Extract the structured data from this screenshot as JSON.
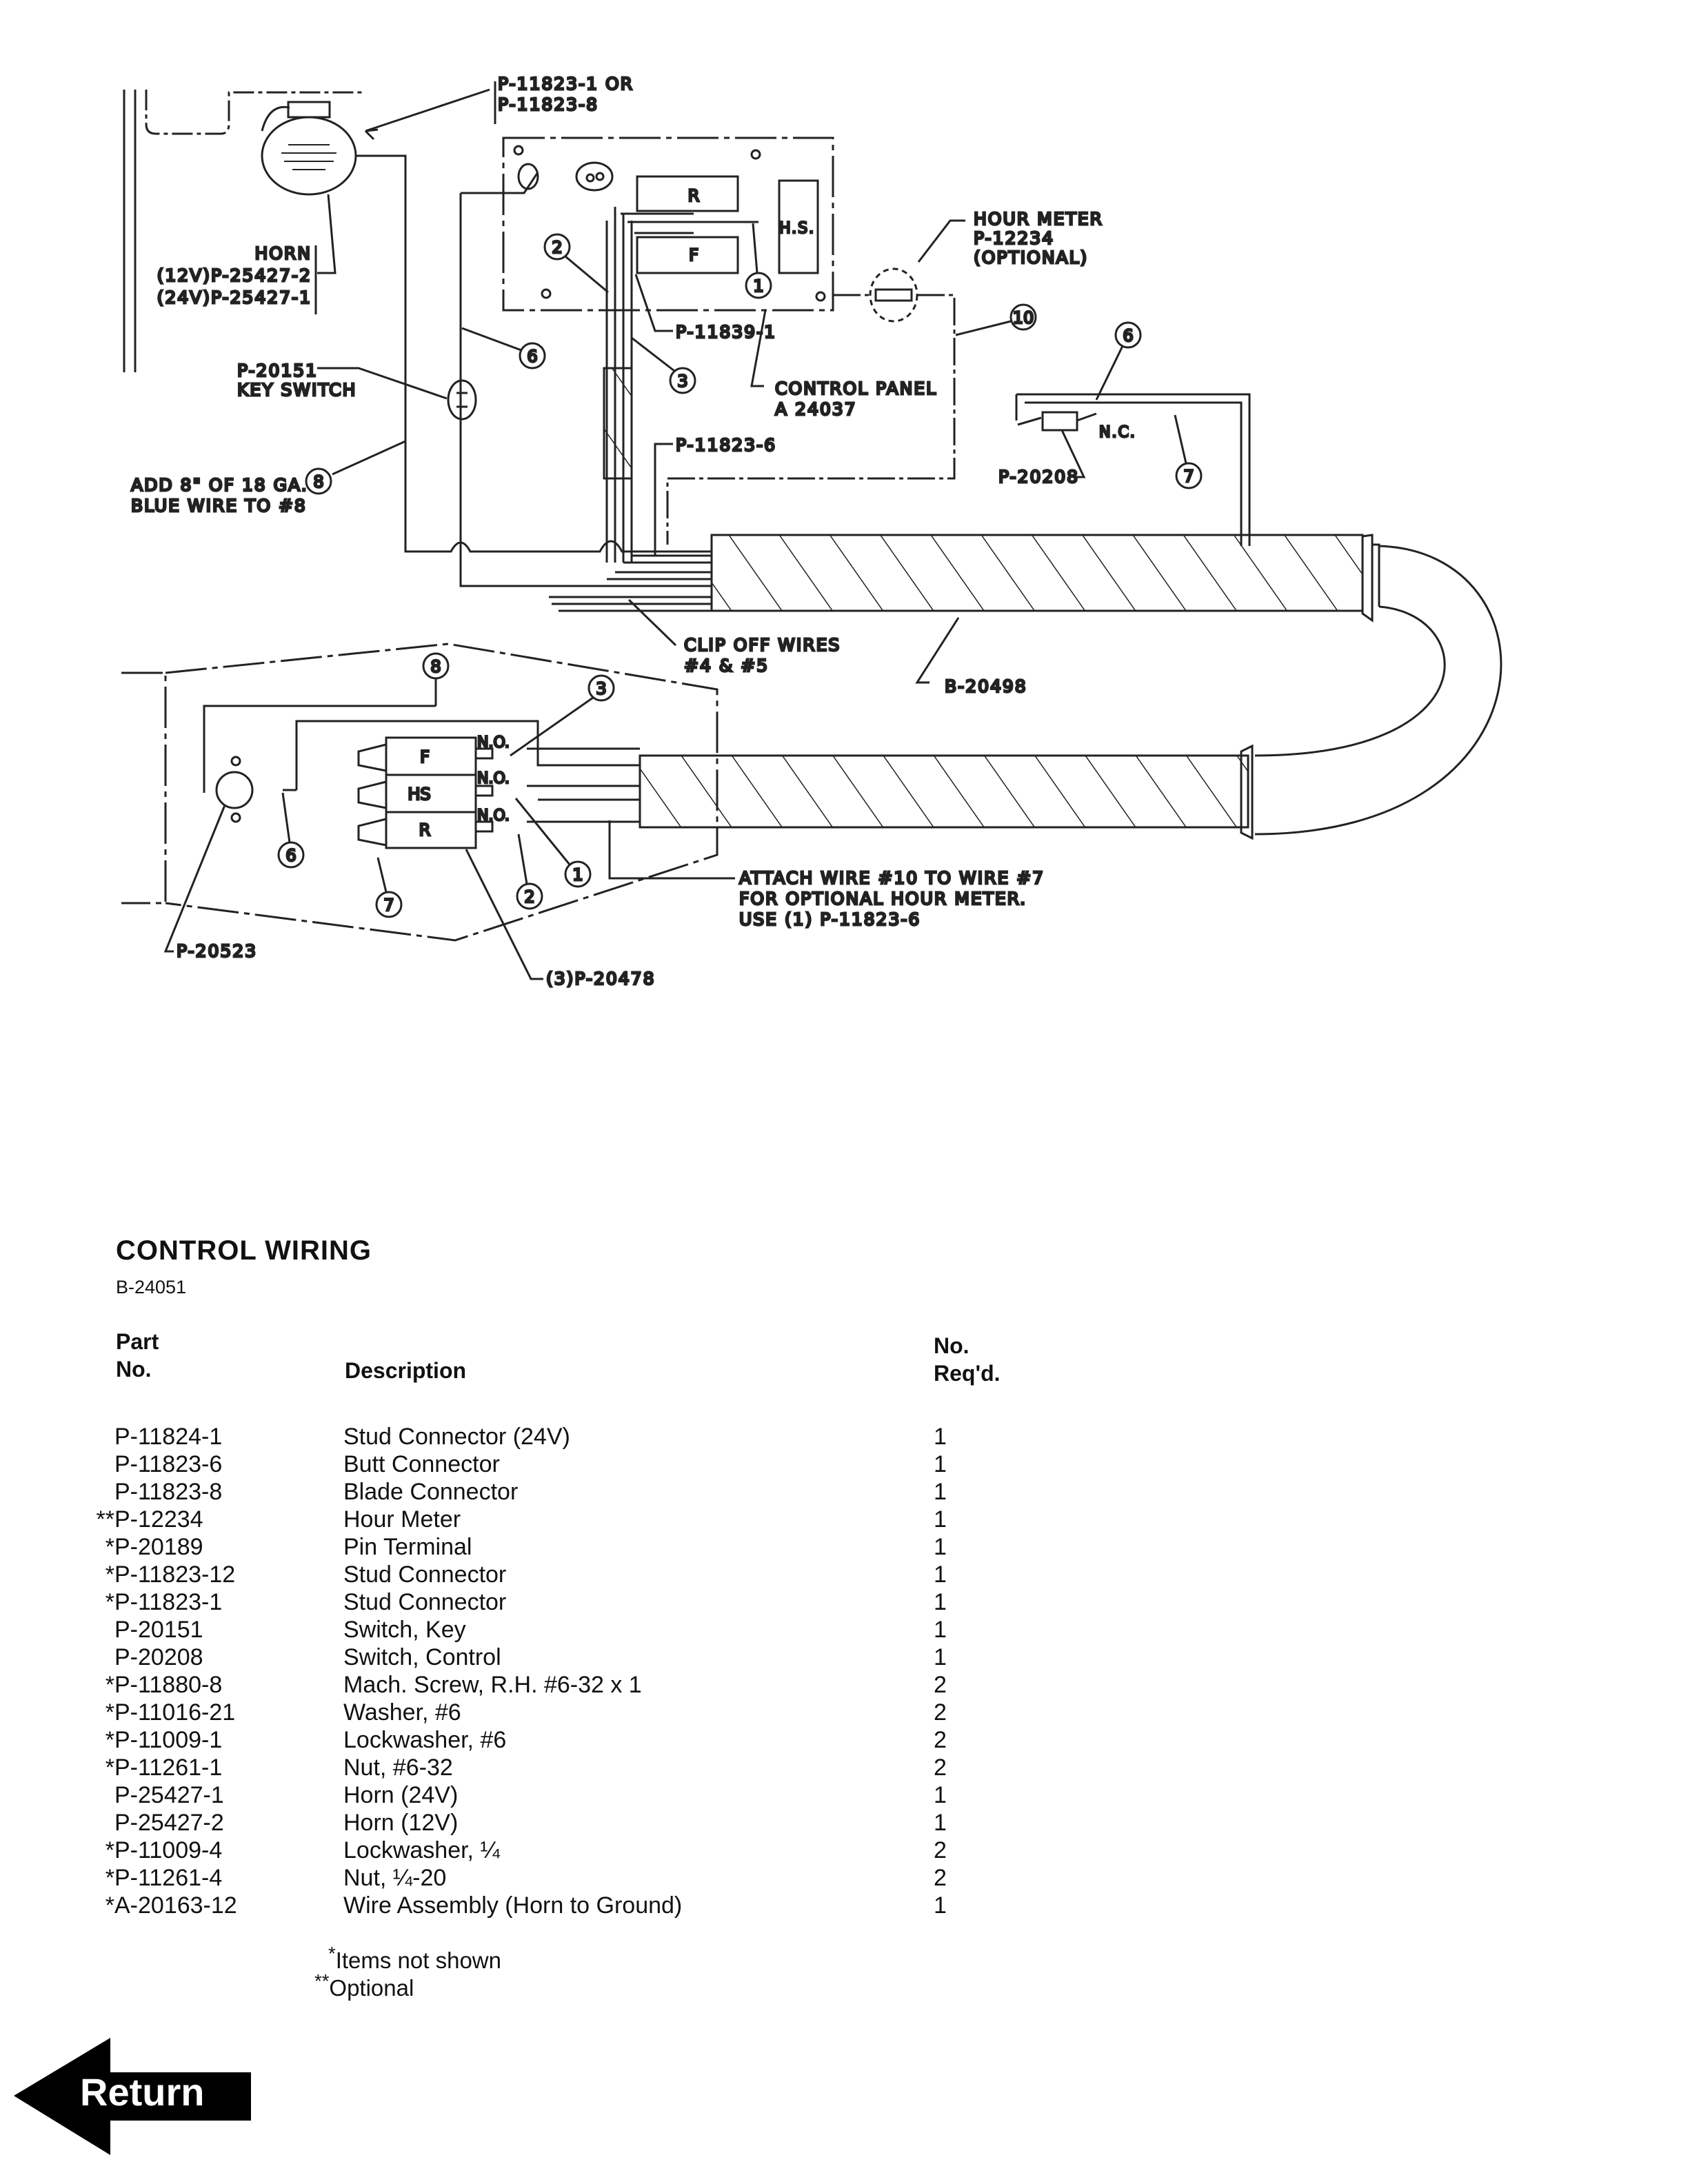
{
  "diagram": {
    "horn_connector": [
      "P-11823-1 OR",
      "P-11823-8"
    ],
    "horn": [
      "HORN",
      "(12V)P-25427-2",
      "(24V)P-25427-1"
    ],
    "key_switch": [
      "P-20151",
      "KEY SWITCH"
    ],
    "add_wire": [
      "ADD 8\" OF 18 GA.",
      "BLUE WIRE TO #8"
    ],
    "panel_r": "R",
    "panel_f": "F",
    "panel_hs": "H.S.",
    "butt_p11839": "P-11839-1",
    "control_panel": [
      "CONTROL PANEL",
      "A 24037"
    ],
    "hour_meter": [
      "HOUR METER",
      "P-12234",
      "(OPTIONAL)"
    ],
    "p11823_6": "P-11823-6",
    "nc": "N.C.",
    "p20208": "P-20208",
    "clip_off": [
      "CLIP OFF WIRES",
      "#4 & #5"
    ],
    "b20498": "B-20498",
    "lower_f": "F",
    "lower_hs": "HS",
    "lower_r": "R",
    "no_label": "N.O.",
    "p20523": "P-20523",
    "p20478": "(3)P-20478",
    "attach": [
      "ATTACH WIRE #10 TO WIRE #7",
      "FOR OPTIONAL HOUR METER.",
      "USE (1) P-11823-6"
    ],
    "callouts": [
      "1",
      "2",
      "3",
      "6",
      "7",
      "8",
      "10"
    ]
  },
  "title": "CONTROL WIRING",
  "drawing_no": "B-24051",
  "headers": {
    "part1": "Part",
    "part2": "No.",
    "desc": "Description",
    "qty1": "No.",
    "qty2": "Req'd."
  },
  "parts": [
    {
      "mark": "",
      "part": "P-11824-1",
      "desc": "Stud Connector (24V)",
      "qty": "1"
    },
    {
      "mark": "",
      "part": "P-11823-6",
      "desc": "Butt Connector",
      "qty": "1"
    },
    {
      "mark": "",
      "part": "P-11823-8",
      "desc": "Blade Connector",
      "qty": "1"
    },
    {
      "mark": "**",
      "part": "P-12234",
      "desc": "Hour Meter",
      "qty": "1"
    },
    {
      "mark": "*",
      "part": "P-20189",
      "desc": "Pin Terminal",
      "qty": "1"
    },
    {
      "mark": "*",
      "part": "P-11823-12",
      "desc": "Stud Connector",
      "qty": "1"
    },
    {
      "mark": "*",
      "part": "P-11823-1",
      "desc": "Stud Connector",
      "qty": "1"
    },
    {
      "mark": "",
      "part": "P-20151",
      "desc": "Switch, Key",
      "qty": "1"
    },
    {
      "mark": "",
      "part": "P-20208",
      "desc": "Switch, Control",
      "qty": "1"
    },
    {
      "mark": "*",
      "part": "P-11880-8",
      "desc": "Mach. Screw, R.H. #6-32 x 1",
      "qty": "2"
    },
    {
      "mark": "*",
      "part": "P-11016-21",
      "desc": "Washer, #6",
      "qty": "2"
    },
    {
      "mark": "*",
      "part": "P-11009-1",
      "desc": "Lockwasher, #6",
      "qty": "2"
    },
    {
      "mark": "*",
      "part": "P-11261-1",
      "desc": "Nut, #6-32",
      "qty": "2"
    },
    {
      "mark": "",
      "part": "P-25427-1",
      "desc": "Horn (24V)",
      "qty": "1"
    },
    {
      "mark": "",
      "part": "P-25427-2",
      "desc": "Horn (12V)",
      "qty": "1"
    },
    {
      "mark": "*",
      "part": "P-11009-4",
      "desc": "Lockwasher, ¼",
      "qty": "2"
    },
    {
      "mark": "*",
      "part": "P-11261-4",
      "desc": "Nut, ¼-20",
      "qty": "2"
    },
    {
      "mark": "*",
      "part": "A-20163-12",
      "desc": "Wire Assembly (Horn to Ground)",
      "qty": "1"
    }
  ],
  "notes": {
    "star1": "*",
    "text1": "Items not shown",
    "star2": "**",
    "text2": "Optional"
  },
  "return_label": "Return"
}
